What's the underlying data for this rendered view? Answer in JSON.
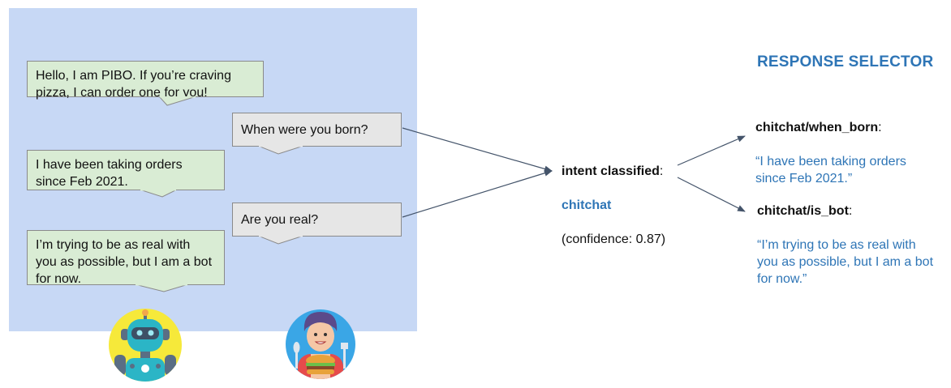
{
  "chat": [
    {
      "speaker": "bot",
      "text": "Hello, I am PIBO. If you’re craving\npizza, I can order one for you!"
    },
    {
      "speaker": "user",
      "text": "When were you born?"
    },
    {
      "speaker": "bot",
      "text": "I have been taking orders\nsince Feb 2021."
    },
    {
      "speaker": "user",
      "text": "Are you real?"
    },
    {
      "speaker": "bot",
      "text": "I’m trying to be as real with\nyou as possible, but I am a bot\nfor now."
    }
  ],
  "intent": {
    "label": "intent classified",
    "colon": ":",
    "value": "chitchat",
    "confidence": "(confidence: 0.87)"
  },
  "response_selector": {
    "title": "RESPONSE SELECTOR",
    "responses": [
      {
        "key": "chitchat/when_born",
        "text": "“I have been taking orders\nsince Feb 2021.”"
      },
      {
        "key": "chitchat/is_bot",
        "text": "“I’m trying to be as real with\nyou as possible, but I am a bot\nfor now.”"
      }
    ]
  },
  "colors": {
    "panel": "#c7d8f5",
    "bot_bubble": "#d9ecd4",
    "user_bubble": "#e6e6e6",
    "accent": "#2e75b6",
    "arrow": "#44546a"
  },
  "icons": [
    "robot-avatar-icon",
    "person-burger-avatar-icon"
  ]
}
